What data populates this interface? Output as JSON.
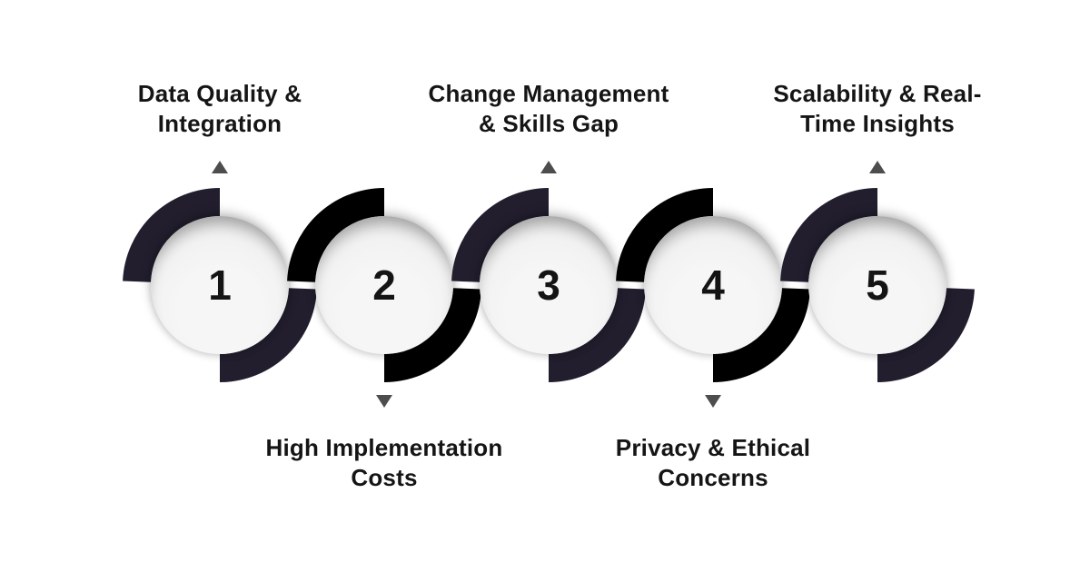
{
  "steps": [
    {
      "number": "1",
      "lines": [
        "Data Quality &",
        "Integration"
      ],
      "label_position": "top",
      "arc_color": "#221E2E"
    },
    {
      "number": "2",
      "lines": [
        "High Implementation",
        "Costs"
      ],
      "label_position": "bottom",
      "arc_color": "#000000"
    },
    {
      "number": "3",
      "lines": [
        "Change Management",
        "& Skills Gap"
      ],
      "label_position": "top",
      "arc_color": "#221E2E"
    },
    {
      "number": "4",
      "lines": [
        "Privacy & Ethical",
        "Concerns"
      ],
      "label_position": "bottom",
      "arc_color": "#000000"
    },
    {
      "number": "5",
      "lines": [
        "Scalability & Real-",
        "Time Insights"
      ],
      "label_position": "top",
      "arc_color": "#221E2E"
    }
  ],
  "colors": {
    "background": "#ffffff",
    "arc_navy": "#221E2E",
    "arc_black": "#000000",
    "circle_fill": "#F0F0F0",
    "text": "#151515",
    "arrow": "#4D4D4D"
  }
}
